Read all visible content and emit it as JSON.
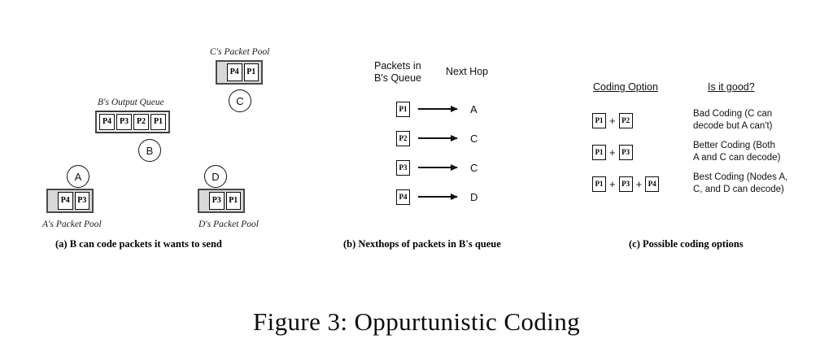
{
  "figure": {
    "caption": "Figure 3:  Oppurtunistic Coding"
  },
  "panel_a": {
    "subcaption": "(a) B can code packets it wants to send",
    "c_pool": {
      "label": "C's Packet Pool",
      "packets": [
        "P4",
        "P1"
      ]
    },
    "b_queue": {
      "label": "B's Output Queue",
      "packets": [
        "P4",
        "P3",
        "P2",
        "P1"
      ]
    },
    "a_pool": {
      "label": "A's Packet Pool",
      "packets": [
        "P4",
        "P3"
      ]
    },
    "d_pool": {
      "label": "D's Packet Pool",
      "packets": [
        "P3",
        "P1"
      ]
    },
    "nodes": {
      "a": "A",
      "b": "B",
      "c": "C",
      "d": "D"
    }
  },
  "panel_b": {
    "subcaption": "(b) Nexthops of packets in B's queue",
    "header_packets": "Packets in\nB's Queue",
    "header_nexthop": "Next Hop",
    "rows": [
      {
        "packet": "P1",
        "nexthop": "A"
      },
      {
        "packet": "P2",
        "nexthop": "C"
      },
      {
        "packet": "P3",
        "nexthop": "C"
      },
      {
        "packet": "P4",
        "nexthop": "D"
      }
    ]
  },
  "panel_c": {
    "subcaption": "(c) Possible coding options",
    "header_option": "Coding Option",
    "header_good": "Is it good?",
    "rows": [
      {
        "packets": [
          "P1",
          "P2"
        ],
        "plus": "+",
        "verdict": "Bad  Coding  (C can\ndecode but A can't)"
      },
      {
        "packets": [
          "P1",
          "P3"
        ],
        "plus": "+",
        "verdict": "Better  Coding  (Both\nA and C can decode)"
      },
      {
        "packets": [
          "P1",
          "P3",
          "P4"
        ],
        "plus": "+",
        "verdict": "Best  Coding (Nodes A,\nC, and D can decode)"
      }
    ]
  }
}
